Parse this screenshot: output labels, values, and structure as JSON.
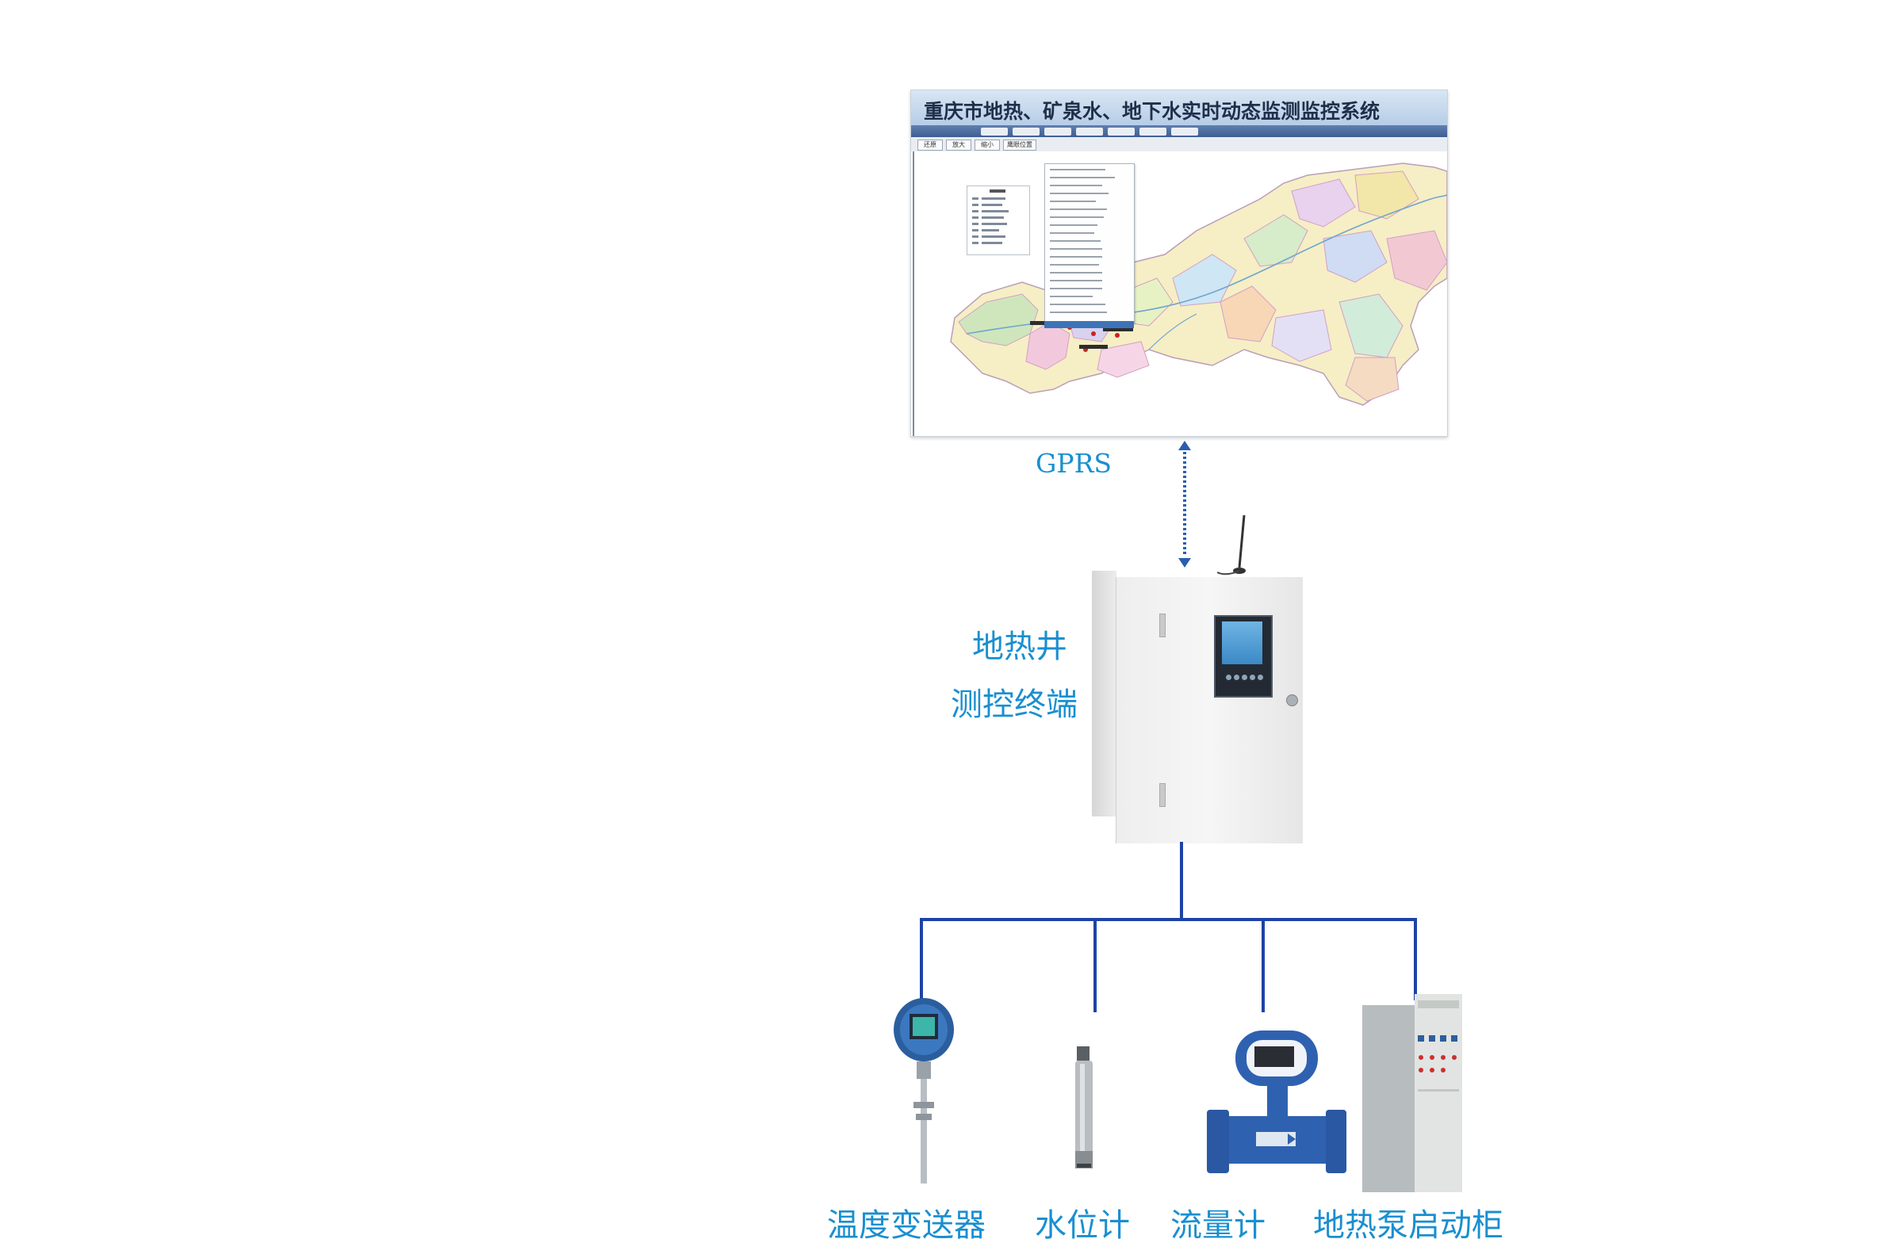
{
  "system_screen": {
    "title": "重庆市地热、矿泉水、地下水实时动态监测监控系统",
    "toolbar_buttons": [
      "还原",
      "放大",
      "缩小",
      "鹰眼位置"
    ]
  },
  "link_label": "GPRS",
  "terminal": {
    "line1": "地热井",
    "line2": "测控终端"
  },
  "devices": [
    {
      "label": "温度变送器",
      "icon": "temperature-transmitter"
    },
    {
      "label": "水位计",
      "icon": "water-level-sensor"
    },
    {
      "label": "流量计",
      "icon": "electromagnetic-flowmeter"
    },
    {
      "label": "地热泵启动柜",
      "icon": "pump-starter-cabinet"
    }
  ],
  "colors": {
    "label_text": "#1a8fd0",
    "connector_line": "#1d43a6",
    "gprs_arrow": "#2a5fae"
  }
}
